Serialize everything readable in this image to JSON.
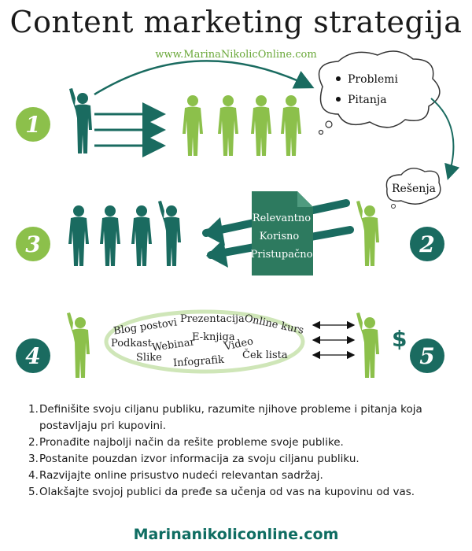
{
  "title": "Content marketing strategija",
  "url": "www.MarinaNikolicOnline.com",
  "cloud_top": [
    "Problemi",
    "Pitanja"
  ],
  "cloud_small": "Rešenja",
  "doc_words": [
    "Relevantno",
    "Korisno",
    "Pristupačno"
  ],
  "oval_words": [
    "Blog postovi",
    "Prezentacija",
    "Online kurs",
    "Podkast",
    "Webinar",
    "E-knjiga",
    "Video",
    "Slike",
    "Infografik",
    "Ček lista"
  ],
  "dollar": "$",
  "step_numbers": [
    "1",
    "2",
    "3",
    "4",
    "5"
  ],
  "steps": [
    {
      "num": "1.",
      "text": "Definišite svoju ciljanu publiku, razumite njihove probleme i pitanja koja postavljaju pri kupovini."
    },
    {
      "num": "2.",
      "text": "Pronađite najbolji način da rešite probleme svoje publike."
    },
    {
      "num": "3.",
      "text": " Postanite pouzdan izvor informacija za svoju ciljanu publiku."
    },
    {
      "num": "4.",
      "text": "Razvijajte online prisustvo nudeći relevantan sadržaj."
    },
    {
      "num": "5.",
      "text": "Olakšajte svojoj publici da pređe sa učenja od vas na kupovinu od vas."
    }
  ],
  "logo": "Marinanikoliconline.com",
  "colors": {
    "teal": "#1a6b60",
    "green": "#8cc04b",
    "light_green": "#cfe6b8"
  }
}
